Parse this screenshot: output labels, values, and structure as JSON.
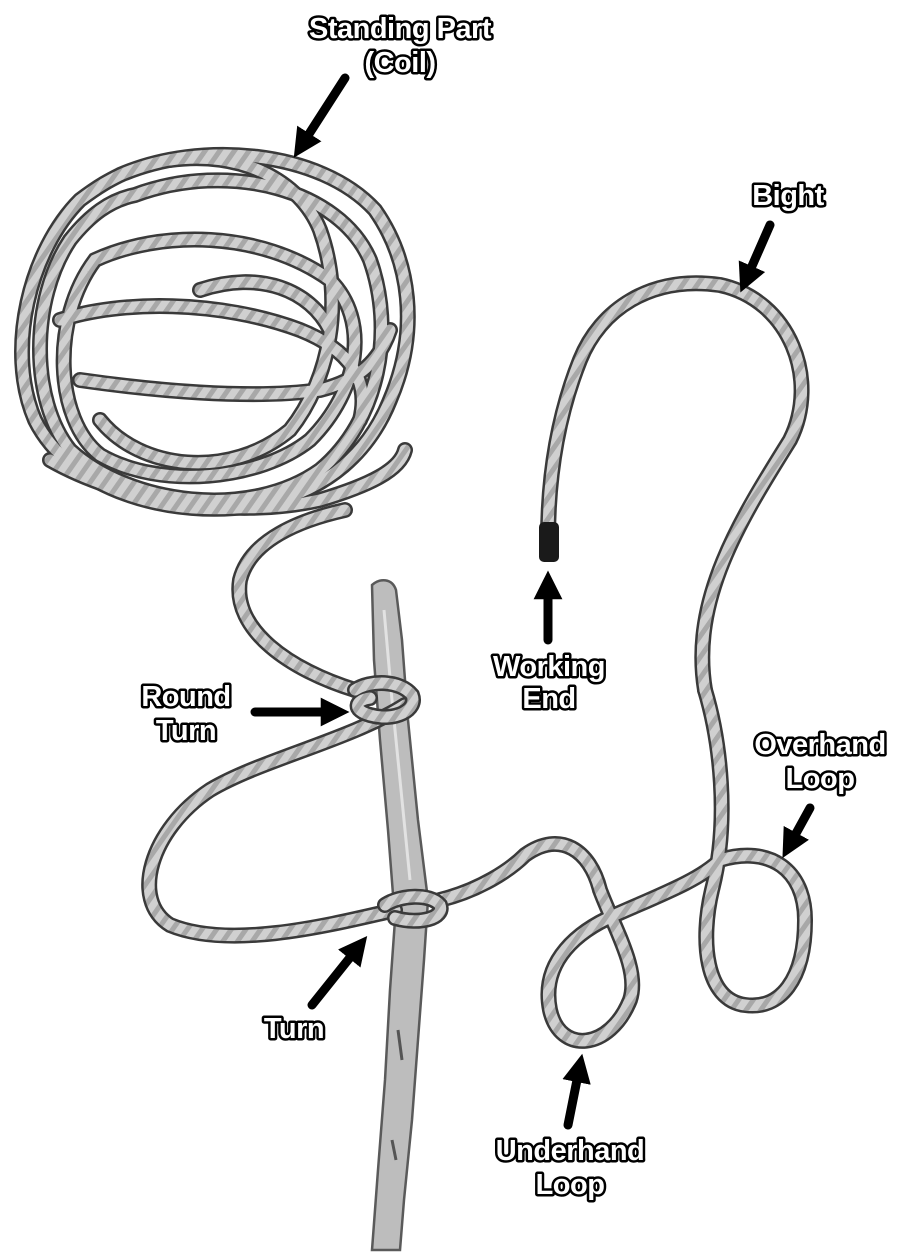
{
  "title": "",
  "labels": {
    "standing_part": {
      "line1": "Standing Part",
      "line2": "(Coil)"
    },
    "bight": {
      "line1": "Bight"
    },
    "working_end": {
      "line1": "Working",
      "line2": "End"
    },
    "round_turn": {
      "line1": "Round",
      "line2": "Turn"
    },
    "overhand_loop": {
      "line1": "Overhand",
      "line2": "Loop"
    },
    "turn": {
      "line1": "Turn"
    },
    "underhand_loop": {
      "line1": "Underhand",
      "line2": "Loop"
    }
  },
  "colors": {
    "background": "#ffffff",
    "rope": "#c9c9c9",
    "rope_outline": "#3a3a3a",
    "stick": "#bdbdbd",
    "arrow": "#000000",
    "label_fill": "#ffffff",
    "label_outline": "#000000"
  }
}
